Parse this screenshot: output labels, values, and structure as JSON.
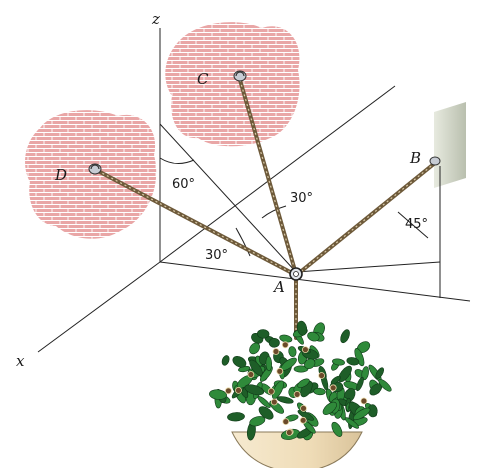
{
  "axes": {
    "z": "z",
    "x": "x"
  },
  "points": {
    "A": "A",
    "B": "B",
    "C": "C",
    "D": "D"
  },
  "angles": {
    "vertical_from_z": "60°",
    "ac_in_plane": "30°",
    "ad_in_plane": "30°",
    "ab_elevation": "45°"
  },
  "colors": {
    "wall": "#e7a1a1",
    "mortar": "#ffffff",
    "cable": "#6e5a3a",
    "leaf": "#2f8a3a",
    "leaf_dark": "#1e5e28",
    "pot": "#f1e3c8",
    "post": "#cfd3c7"
  }
}
